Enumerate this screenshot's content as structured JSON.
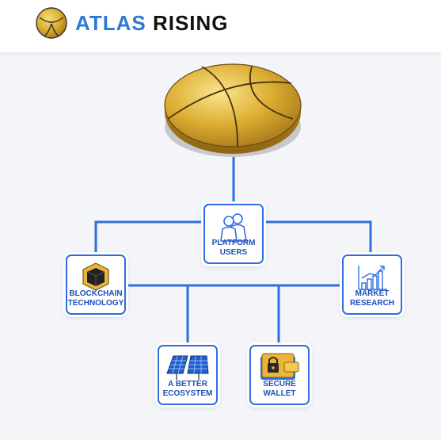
{
  "brand": {
    "part1": "ATLAS",
    "part2": "RISING"
  },
  "colors": {
    "accent": "#2b7ad6",
    "connector": "#2f6ee0",
    "gold": "#d9aa2c",
    "label": "#1e4fb8"
  },
  "nodes": [
    {
      "id": "platform-users",
      "line1": "PLATFORM",
      "line2": "USERS",
      "icon": "users-icon"
    },
    {
      "id": "blockchain-technology",
      "line1": "BLOCKCHAIN",
      "line2": "TECHNOLOGY",
      "icon": "blockchain-cube-icon"
    },
    {
      "id": "market-research",
      "line1": "MARKET",
      "line2": "RESEARCH",
      "icon": "bar-chart-icon"
    },
    {
      "id": "better-ecosystem",
      "line1": "A BETTER",
      "line2": "ECOSYSTEM",
      "icon": "solar-panel-icon"
    },
    {
      "id": "secure-wallet",
      "line1": "SECURE",
      "line2": "WALLET",
      "icon": "wallet-lock-icon"
    }
  ]
}
